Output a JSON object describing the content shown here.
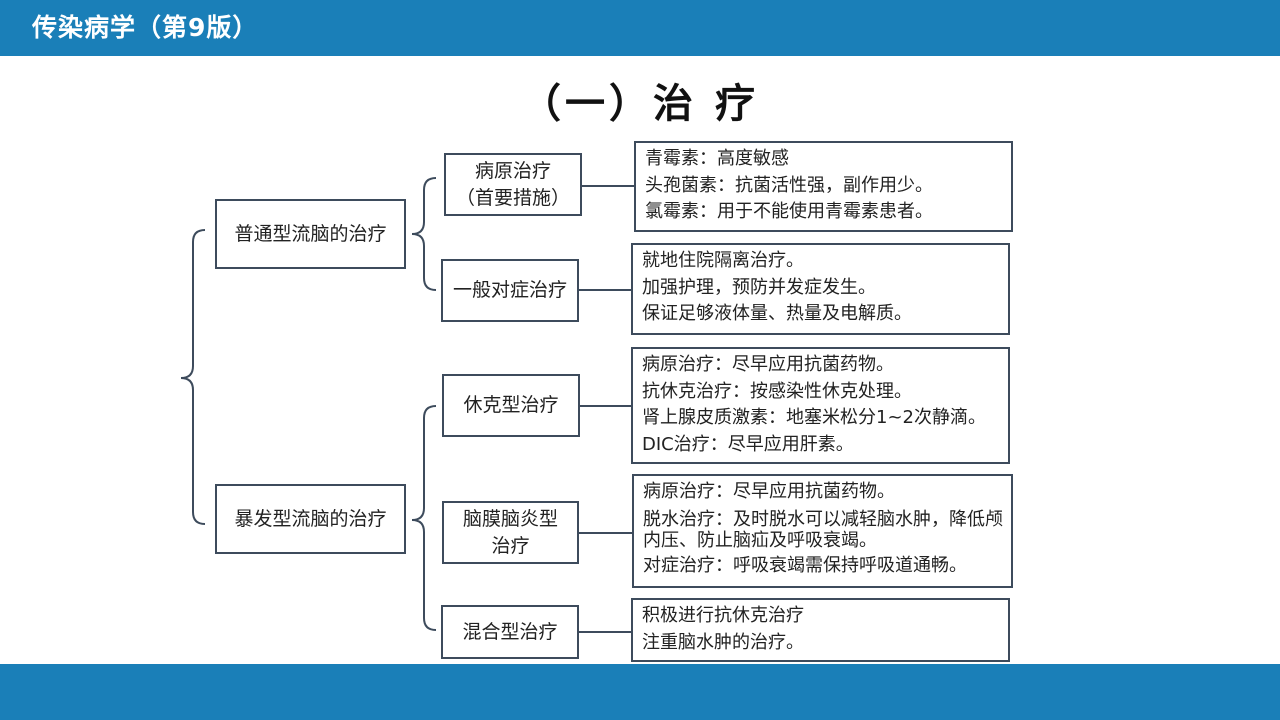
{
  "header": {
    "title": "传染病学（第9版）"
  },
  "page_title": "（一）治 疗",
  "tree": {
    "types": [
      {
        "label": "普通型流脑的治疗",
        "branches": [
          {
            "label": [
              "病原治疗",
              "（首要措施）"
            ],
            "details": [
              "青霉素：高度敏感",
              "头孢菌素：抗菌活性强，副作用少。",
              "氯霉素：用于不能使用青霉素患者。"
            ]
          },
          {
            "label": [
              "一般对症治疗"
            ],
            "details": [
              "就地住院隔离治疗。",
              "加强护理，预防并发症发生。",
              "保证足够液体量、热量及电解质。"
            ]
          }
        ]
      },
      {
        "label": "暴发型流脑的治疗",
        "branches": [
          {
            "label": [
              "休克型治疗"
            ],
            "details": [
              "病原治疗：尽早应用抗菌药物。",
              "抗休克治疗：按感染性休克处理。",
              "肾上腺皮质激素：地塞米松分1~2次静滴。",
              "DIC治疗：尽早应用肝素。"
            ]
          },
          {
            "label": [
              "脑膜脑炎型",
              "治疗"
            ],
            "details": [
              "病原治疗：尽早应用抗菌药物。",
              "脱水治疗：及时脱水可以减轻脑水肿，降低颅内压、防止脑疝及呼吸衰竭。",
              "对症治疗：呼吸衰竭需保持呼吸道通畅。"
            ]
          },
          {
            "label": [
              "混合型治疗"
            ],
            "details": [
              "积极进行抗休克治疗",
              "注重脑水肿的治疗。"
            ]
          }
        ]
      }
    ]
  }
}
